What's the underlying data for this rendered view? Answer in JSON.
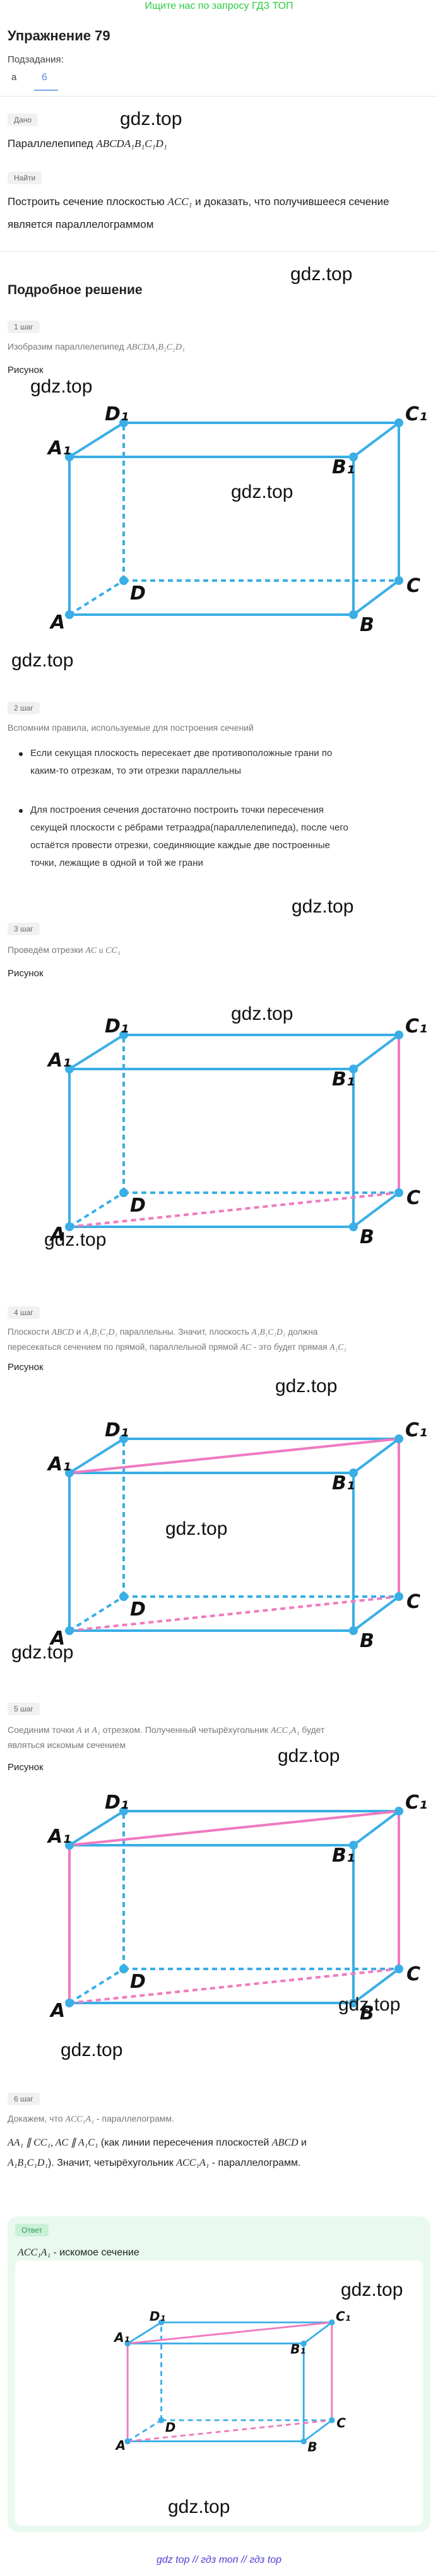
{
  "header": {
    "top_link": "Ищите нас по запросу ГДЗ ТОП"
  },
  "exercise": {
    "title": "Упражнение 79",
    "subtasks_label": "Подзадания:",
    "tabs": [
      "а",
      "б"
    ],
    "active_tab": "б"
  },
  "given": {
    "chip": "Дано",
    "text": "Параллелепипед ",
    "math": "ABCDA₁B₁C₁D₁"
  },
  "find": {
    "chip": "Найти",
    "line1_pre": "Построить сечение плоскостью ",
    "line1_math": "ACC₁",
    "line1_post": " и доказать, что получившееся сечение",
    "line2": "является параллелограммом"
  },
  "solution": {
    "title": "Подробное решение",
    "steps": [
      {
        "chip": "1 шаг",
        "text_pre": "Изобразим параллелепипед ",
        "text_math": "ABCDA₁B₁C₁D₁",
        "drawing_label": "Рисунок"
      },
      {
        "chip": "2 шаг",
        "text": "Вспомним правила, используемые для построения сечений",
        "bullets": [
          [
            "Если секущая плоскость пересекает две противоположные грани по",
            "каким-то отрезкам, то эти отрезки параллельны"
          ],
          [
            "Для построения сечения достаточно построить точки пересечения",
            "секущей плоскости с рёбрами тетраэдра(параллелепипеда), после чего",
            "остаётся провести отрезки, соединяющие каждые две построенные",
            "точки, лежащие в одной и той же грани"
          ]
        ]
      },
      {
        "chip": "3 шаг",
        "text_pre": "Проведём отрезки ",
        "text_math": "AC и CC₁",
        "drawing_label": "Рисунок"
      },
      {
        "chip": "4 шаг",
        "text_pre": "Плоскости ",
        "text_math1": "ABCD",
        "text_mid1": " и ",
        "text_math2": "A₁B₁C₁D₁",
        "text_mid2": " параллельны. Значит, плоскость ",
        "text_math3": "A₁B₁C₁D₁",
        "text_post": " должна",
        "line2_pre": "пересекаться сечением по прямой, параллельной прямой ",
        "line2_math": "AC",
        "line2_post": " - это будет прямая ",
        "line2_math2": "A₁C₁",
        "drawing_label": "Рисунок"
      },
      {
        "chip": "5 шаг",
        "line1_pre": "Соединим точки ",
        "line1_math": "A",
        "line1_mid": " и ",
        "line1_math2": "A₁",
        "line1_mid2": " отрезком. Полученный четырёхугольник ",
        "line1_math3": "ACC₁A₁",
        "line1_post": " будет",
        "line2": "являться искомым сечением",
        "drawing_label": "Рисунок"
      },
      {
        "chip": "6 шаг",
        "line1_pre": "Докажем, что ",
        "line1_math": "ACC₁A₁",
        "line1_post": " - параллелограмм.",
        "line2_math": "AA₁ ∥ CC₁, AC ∥ A₁C₁",
        "line2_post": " (как линии пересечения плоскостей ",
        "line2_math2": "ABCD",
        "line2_mid": " и",
        "line3_math": "A₁B₁C₁D₁",
        "line3_post": "). Значит, четырёхугольник ",
        "line3_math2": "ACC₁A₁",
        "line3_end": " - параллелограмм."
      }
    ]
  },
  "answer": {
    "chip": "Ответ",
    "text_math": "ACC₁A₁",
    "text_post": " - искомое сечение"
  },
  "watermarks": [
    "gdz.top",
    "gdz.top",
    "gdz.top",
    "gdz.top",
    "gdz.top",
    "gdz.top",
    "gdz.top",
    "gdz.top",
    "gdz.top",
    "gdz.top",
    "gdz.top",
    "gdz.top",
    "gdz.top",
    "gdz.top",
    "gdz.top"
  ],
  "figure_labels": {
    "A": "A",
    "B": "B",
    "C": "C",
    "D": "D",
    "A1": "A₁",
    "B1": "B₁",
    "C1": "C₁",
    "D1": "D₁"
  },
  "footer": "gdz top  //  гдз топ  //  гдз top",
  "colors": {
    "edge": "#3aaee6",
    "section": "#ef7ac0",
    "link": "#2ecc40",
    "footer": "#4a3fd6"
  }
}
